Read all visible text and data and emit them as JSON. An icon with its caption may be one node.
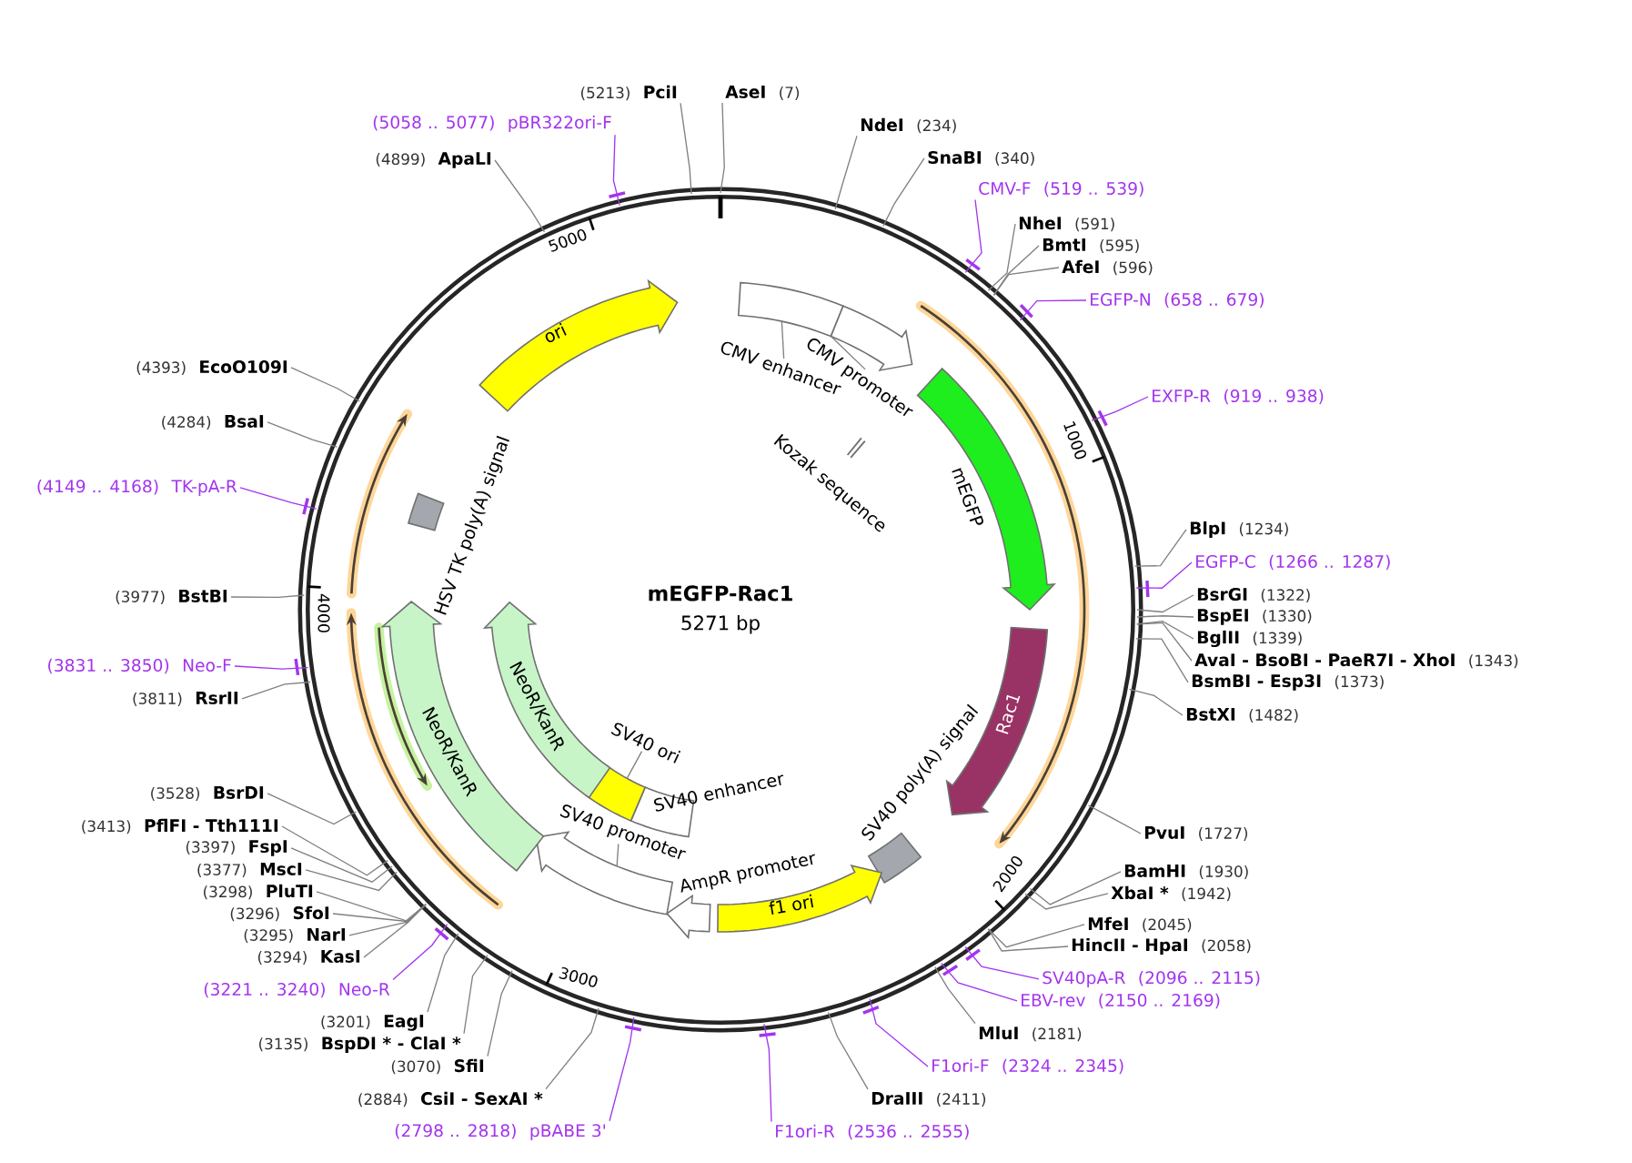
{
  "diagram": {
    "nodes": [
      {
        "text": [
          "mEGFP-Rac1",
          "5271 bp"
        ]
      },
      {
        "text": [
          "ori"
        ],
        "in": 0
      },
      {
        "text": [],
        "shape": "box",
        "in": 0
      },
      {
        "text": [],
        "shape": "arrow",
        "in": 0
      },
      {
        "text": [
          "CMV enhancer"
        ],
        "in": 0
      },
      {
        "text": [
          "CMV promoter"
        ],
        "in": 0
      },
      {
        "text": [],
        "shape": "bar",
        "beside": [
          "Kozak sequence"
        ],
        "in": 0
      },
      {
        "text": [],
        "shape": "arrow",
        "beside": [
          "mEGFP"
        ],
        "in": 0
      },
      {
        "text": [
          "Rac1"
        ],
        "in": 0
      },
      {
        "text": [],
        "shape": "box",
        "beside": [
          "SV40 poly(A) signal"
        ],
        "in": 0
      },
      {
        "text": [
          "f1 ori"
        ],
        "in": 0
      },
      {
        "text": [],
        "shape": "arrow",
        "beside": [
          "AmpR promoter"
        ],
        "in": 0
      },
      {
        "text": [],
        "shape": "arrow",
        "in": 0
      },
      {
        "text": [
          "SV40 promoter"
        ],
        "in": 0
      },
      {
        "text": [],
        "shape": "box",
        "beside": [
          "SV40 enhancer"
        ],
        "in": 0
      },
      {
        "text": [],
        "shape": "box",
        "in": 0
      },
      {
        "text": [
          "SV40 ori"
        ],
        "in": 0
      },
      {
        "text": [
          "NeoR/KanR"
        ],
        "in": 0
      },
      {
        "text": [
          "NeoR/KanR"
        ],
        "in": 0
      },
      {
        "text": [],
        "shape": "box",
        "beside": [
          "HSV TK poly(A) signal"
        ],
        "in": 0
      },
      {
        "text": [
          "AseI",
          "(7)"
        ]
      },
      {
        "text": [
          "NdeI",
          "(234)"
        ]
      },
      {
        "text": [
          "SnaBI",
          "(340)"
        ]
      },
      {
        "text": [
          "CMV-F",
          "(519 .. 539)"
        ]
      },
      {
        "text": [
          "NheI",
          "(591)"
        ]
      },
      {
        "text": [
          "BmtI",
          "(595)"
        ]
      },
      {
        "text": [
          "AfeI",
          "(596)"
        ]
      },
      {
        "text": [
          "EGFP-N",
          "(658 .. 679)"
        ]
      },
      {
        "text": [
          "EXFP-R",
          "(919 .. 938)"
        ]
      },
      {
        "text": [
          "BlpI",
          "(1234)"
        ]
      },
      {
        "text": [
          "EGFP-C",
          "(1266 .. 1287)"
        ]
      },
      {
        "text": [
          "BsrGI",
          "(1322)"
        ]
      },
      {
        "text": [
          "BspEI",
          "(1330)"
        ]
      },
      {
        "text": [
          "BglII",
          "(1339)"
        ]
      },
      {
        "text": [
          "AvaI - BsoBI - PaeR7I - XhoI",
          "(1343)"
        ]
      },
      {
        "text": [
          "BsmBI - Esp3I",
          "(1373)"
        ]
      },
      {
        "text": [
          "BstXI",
          "(1482)"
        ]
      },
      {
        "text": [
          "PvuI",
          "(1727)"
        ]
      },
      {
        "text": [
          "BamHI",
          "(1930)"
        ]
      },
      {
        "text": [
          "XbaI *",
          "(1942)"
        ]
      },
      {
        "text": [
          "MfeI",
          "(2045)"
        ]
      },
      {
        "text": [
          "HincII - HpaI",
          "(2058)"
        ]
      },
      {
        "text": [
          "SV40pA-R",
          "(2096 .. 2115)"
        ]
      },
      {
        "text": [
          "EBV-rev",
          "(2150 .. 2169)"
        ]
      },
      {
        "text": [
          "MluI",
          "(2181)"
        ]
      },
      {
        "text": [
          "F1ori-F",
          "(2324 .. 2345)"
        ]
      },
      {
        "text": [
          "DraIII",
          "(2411)"
        ]
      },
      {
        "text": [
          "F1ori-R",
          "(2536 .. 2555)"
        ]
      },
      {
        "text": [
          "(2798 .. 2818)",
          "pBABE 3'"
        ]
      },
      {
        "text": [
          "(2884)",
          "CsiI - SexAI *"
        ]
      },
      {
        "text": [
          "(3070)",
          "SfiI"
        ]
      },
      {
        "text": [
          "(3135)",
          "BspDI * - ClaI *"
        ]
      },
      {
        "text": [
          "(3201)",
          "EagI"
        ]
      },
      {
        "text": [
          "(3221 .. 3240)",
          "Neo-R"
        ]
      },
      {
        "text": [
          "(3294)",
          "KasI"
        ]
      },
      {
        "text": [
          "(3295)",
          "NarI"
        ]
      },
      {
        "text": [
          "(3296)",
          "SfoI"
        ]
      },
      {
        "text": [
          "(3298)",
          "PluTI"
        ]
      },
      {
        "text": [
          "(3377)",
          "MscI"
        ]
      },
      {
        "text": [
          "(3397)",
          "FspI"
        ]
      },
      {
        "text": [
          "(3413)",
          "PflFI - Tth111I"
        ]
      },
      {
        "text": [
          "(3528)",
          "BsrDI"
        ]
      },
      {
        "text": [
          "(3811)",
          "RsrII"
        ]
      },
      {
        "text": [
          "(3831 .. 3850)",
          "Neo-F"
        ]
      },
      {
        "text": [
          "(3977)",
          "BstBI"
        ]
      },
      {
        "text": [
          "(4149 .. 4168)",
          "TK-pA-R"
        ]
      },
      {
        "text": [
          "(4284)",
          "BsaI"
        ]
      },
      {
        "text": [
          "(4393)",
          "EcoO109I"
        ]
      },
      {
        "text": [
          "(4899)",
          "ApaLI"
        ]
      },
      {
        "text": [
          "(5058 .. 5077)",
          "pBR322ori-F"
        ]
      },
      {
        "text": [
          "(5213)",
          "PciI"
        ]
      }
    ],
    "edges": [
      {
        "from": 4,
        "to": 2,
        "arrow": "none"
      },
      {
        "from": 5,
        "to": 3,
        "arrow": "none"
      },
      {
        "from": 13,
        "to": 12,
        "arrow": "none"
      },
      {
        "from": 16,
        "to": 15,
        "arrow": "none"
      },
      {
        "from": 20,
        "to": 0,
        "arrow": "none"
      },
      {
        "from": 21,
        "to": 0,
        "arrow": "none"
      },
      {
        "from": 22,
        "to": 0,
        "arrow": "none"
      },
      {
        "from": 23,
        "to": 0,
        "arrow": "none",
        "color": "#a335ee"
      },
      {
        "from": 24,
        "to": 0,
        "arrow": "none"
      },
      {
        "from": 25,
        "to": 0,
        "arrow": "none"
      },
      {
        "from": 26,
        "to": 0,
        "arrow": "none"
      },
      {
        "from": 27,
        "to": 0,
        "arrow": "none",
        "color": "#a335ee"
      },
      {
        "from": 28,
        "to": 0,
        "arrow": "none",
        "color": "#a335ee"
      },
      {
        "from": 29,
        "to": 0,
        "arrow": "none"
      },
      {
        "from": 30,
        "to": 0,
        "arrow": "none",
        "color": "#a335ee"
      },
      {
        "from": 31,
        "to": 0,
        "arrow": "none"
      },
      {
        "from": 32,
        "to": 0,
        "arrow": "none"
      },
      {
        "from": 33,
        "to": 0,
        "arrow": "none"
      },
      {
        "from": 34,
        "to": 0,
        "arrow": "none"
      },
      {
        "from": 35,
        "to": 0,
        "arrow": "none"
      },
      {
        "from": 36,
        "to": 0,
        "arrow": "none"
      },
      {
        "from": 37,
        "to": 0,
        "arrow": "none"
      },
      {
        "from": 38,
        "to": 0,
        "arrow": "none"
      },
      {
        "from": 39,
        "to": 0,
        "arrow": "none"
      },
      {
        "from": 40,
        "to": 0,
        "arrow": "none"
      },
      {
        "from": 41,
        "to": 0,
        "arrow": "none"
      },
      {
        "from": 42,
        "to": 0,
        "arrow": "none",
        "color": "#a335ee"
      },
      {
        "from": 43,
        "to": 0,
        "arrow": "none",
        "color": "#a335ee"
      },
      {
        "from": 44,
        "to": 0,
        "arrow": "none"
      },
      {
        "from": 45,
        "to": 0,
        "arrow": "none",
        "color": "#a335ee"
      },
      {
        "from": 46,
        "to": 0,
        "arrow": "none"
      },
      {
        "from": 47,
        "to": 0,
        "arrow": "none",
        "color": "#a335ee"
      },
      {
        "from": 48,
        "to": 0,
        "arrow": "none",
        "color": "#a335ee"
      },
      {
        "from": 49,
        "to": 0,
        "arrow": "none"
      },
      {
        "from": 50,
        "to": 0,
        "arrow": "none"
      },
      {
        "from": 51,
        "to": 0,
        "arrow": "none"
      },
      {
        "from": 52,
        "to": 0,
        "arrow": "none"
      },
      {
        "from": 53,
        "to": 0,
        "arrow": "none",
        "color": "#a335ee"
      },
      {
        "from": 54,
        "to": 0,
        "arrow": "none"
      },
      {
        "from": 55,
        "to": 0,
        "arrow": "none"
      },
      {
        "from": 56,
        "to": 0,
        "arrow": "none"
      },
      {
        "from": 57,
        "to": 0,
        "arrow": "none"
      },
      {
        "from": 58,
        "to": 0,
        "arrow": "none"
      },
      {
        "from": 59,
        "to": 0,
        "arrow": "none"
      },
      {
        "from": 60,
        "to": 0,
        "arrow": "none"
      },
      {
        "from": 61,
        "to": 0,
        "arrow": "none"
      },
      {
        "from": 62,
        "to": 0,
        "arrow": "none"
      },
      {
        "from": 63,
        "to": 0,
        "arrow": "none",
        "color": "#a335ee"
      },
      {
        "from": 64,
        "to": 0,
        "arrow": "none"
      },
      {
        "from": 65,
        "to": 0,
        "arrow": "none",
        "color": "#a335ee"
      },
      {
        "from": 66,
        "to": 0,
        "arrow": "none"
      },
      {
        "from": 67,
        "to": 0,
        "arrow": "none"
      },
      {
        "from": 68,
        "to": 0,
        "arrow": "none"
      },
      {
        "from": 69,
        "to": 0,
        "arrow": "none",
        "color": "#a335ee"
      },
      {
        "from": 70,
        "to": 0,
        "arrow": "none"
      }
    ],
    "labels": [
      "5000",
      "1000",
      "4000",
      "2000",
      "3000"
    ]
  }
}
